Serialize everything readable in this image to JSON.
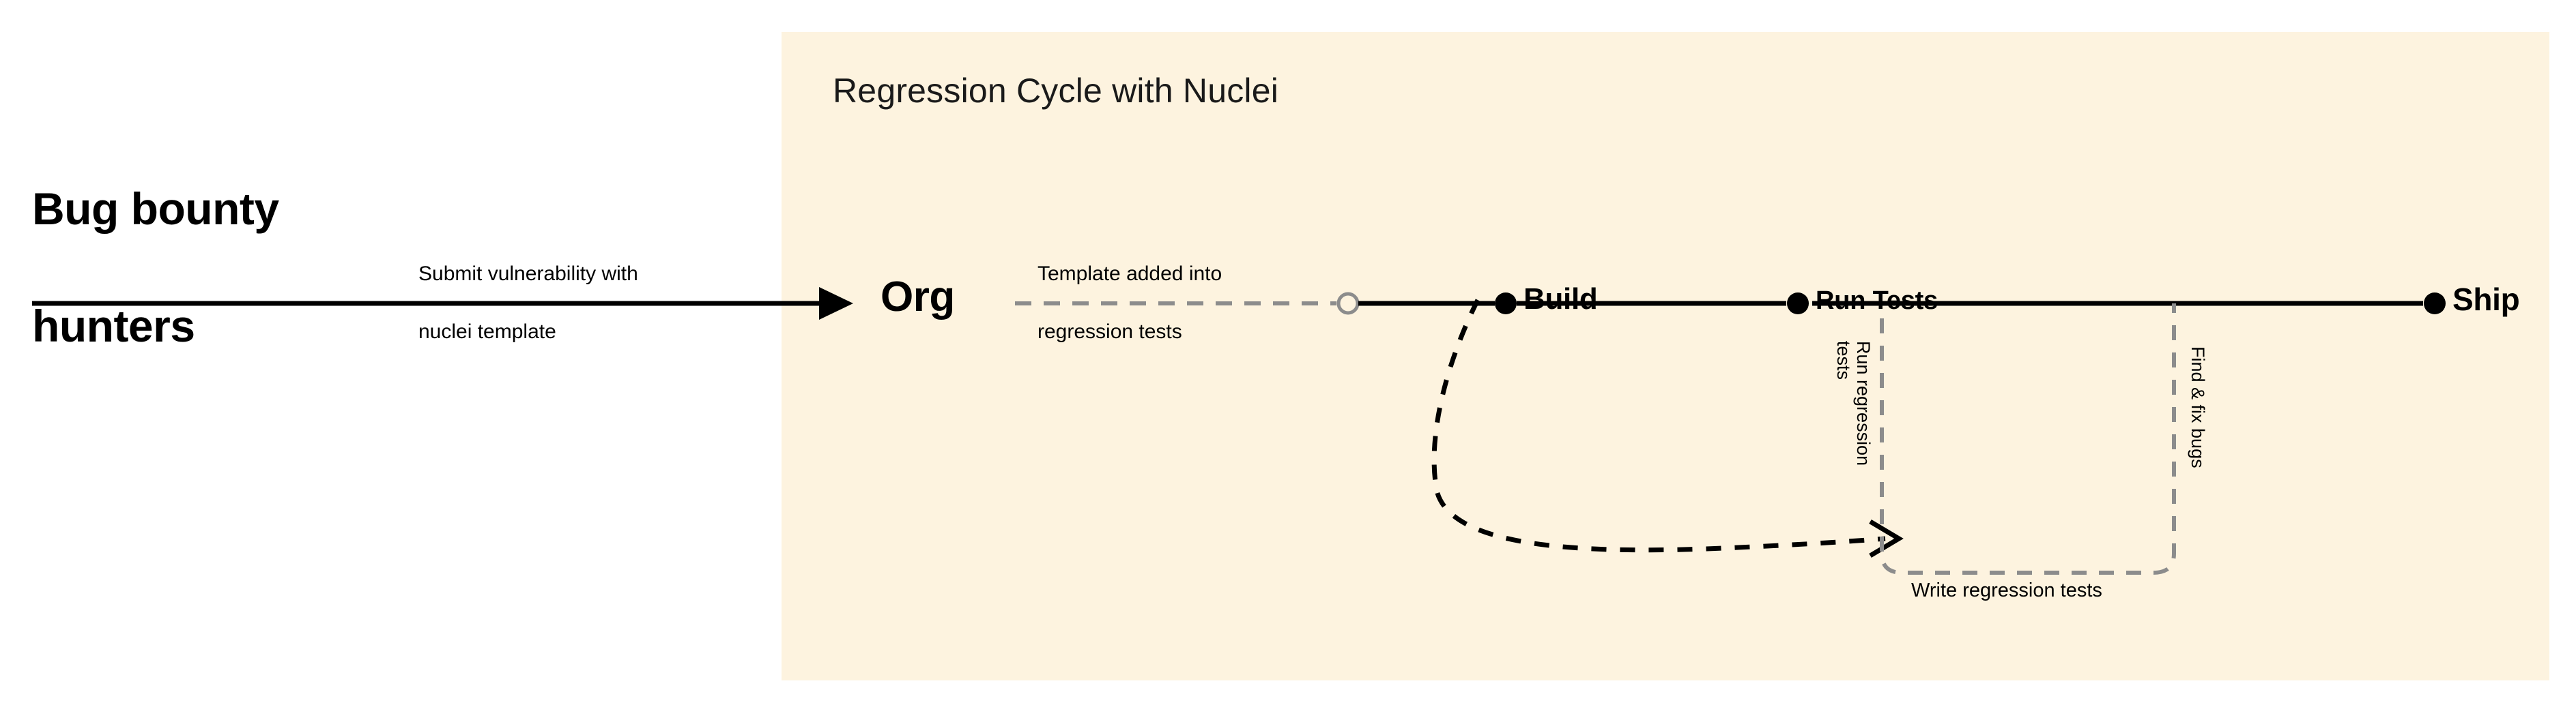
{
  "diagram": {
    "panel": {
      "title": "Regression Cycle with Nuclei",
      "background_color": "#FDF3DF"
    },
    "source": {
      "line1": "Bug bounty",
      "line2": "hunters"
    },
    "edges": {
      "submit": {
        "line1": "Submit vulnerability with",
        "line2": "nuclei template",
        "style": "solid-arrow",
        "color": "#000000"
      },
      "template_added": {
        "line1": "Template added into",
        "line2": "regression tests",
        "style": "dashed",
        "color": "#8C8C8C"
      },
      "run_regression": {
        "line1": "Run regression",
        "line2": "tests",
        "style": "dashed-arrow",
        "color": "#000000"
      },
      "find_fix_bugs": {
        "label": "Find & fix bugs",
        "style": "dashed",
        "color": "#8C8C8C"
      },
      "write_regression": {
        "label": "Write regression tests",
        "style": "dashed-bracket",
        "color": "#8C8C8C"
      }
    },
    "nodes": [
      {
        "id": "org",
        "label": "Org",
        "marker": "none"
      },
      {
        "id": "junction",
        "label": "",
        "marker": "hollow-circle"
      },
      {
        "id": "build",
        "label": "Build",
        "marker": "filled-dot"
      },
      {
        "id": "run_tests",
        "label": "Run Tests",
        "marker": "filled-dot"
      },
      {
        "id": "ship",
        "label": "Ship",
        "marker": "filled-dot"
      }
    ]
  },
  "chart_data": {
    "type": "diagram",
    "title": "Regression Cycle with Nuclei",
    "nodes": [
      "Bug bounty hunters",
      "Org",
      "Build",
      "Run Tests",
      "Ship"
    ],
    "edges": [
      {
        "from": "Bug bounty hunters",
        "to": "Org",
        "label": "Submit vulnerability with nuclei template",
        "style": "solid"
      },
      {
        "from": "Org",
        "to": "Build",
        "label": "Template added into regression tests",
        "style": "dashed"
      },
      {
        "from": "Build",
        "to": "Run Tests",
        "label": "",
        "style": "solid"
      },
      {
        "from": "Run Tests",
        "to": "Ship",
        "label": "",
        "style": "solid"
      },
      {
        "from": "Build",
        "to": "Run Tests",
        "label": "Run regression tests",
        "style": "dashed-loop"
      },
      {
        "from": "Run Tests",
        "to": "Build",
        "label": "Write regression tests",
        "style": "dashed-bracket"
      },
      {
        "from": "Ship",
        "to": "Run Tests",
        "label": "Find & fix bugs",
        "style": "dashed"
      }
    ]
  }
}
